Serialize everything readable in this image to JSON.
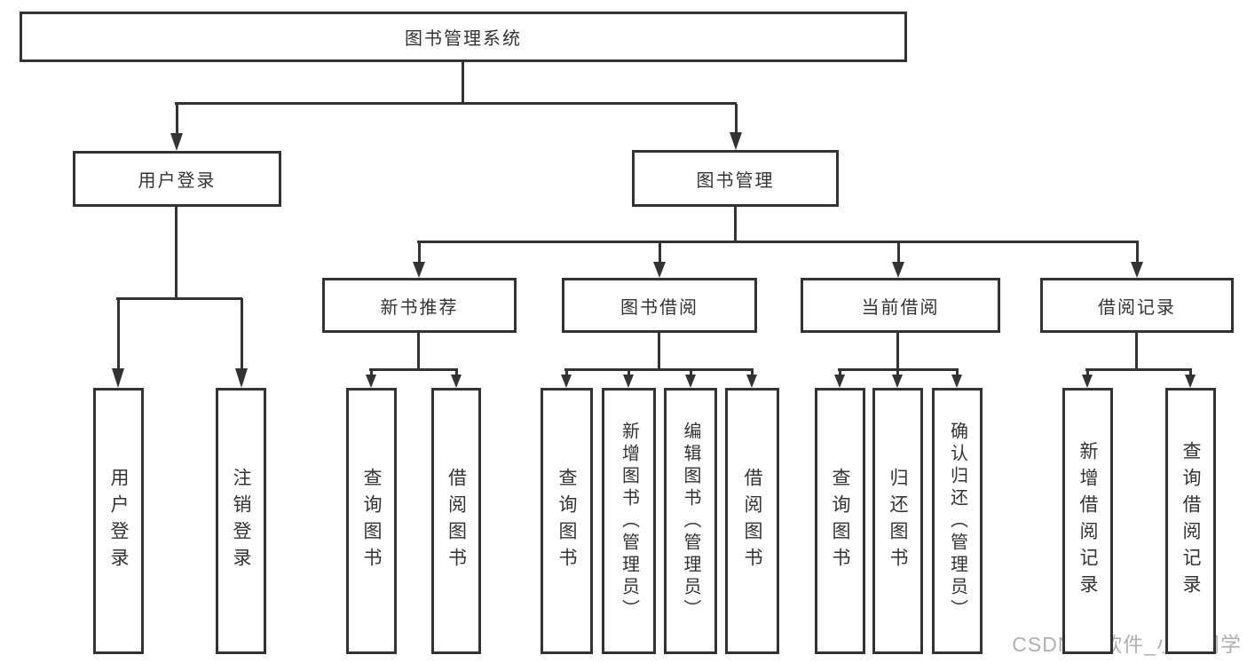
{
  "diagram": {
    "title": "图书管理系统",
    "nodes": [
      {
        "label": "图书管理系统"
      },
      {
        "label": "用户登录"
      },
      {
        "label": "图书管理"
      },
      {
        "label": "新书推荐"
      },
      {
        "label": "图书借阅"
      },
      {
        "label": "当前借阅"
      },
      {
        "label": "借阅记录"
      },
      {
        "label": "用户登录"
      },
      {
        "label": "注销登录"
      },
      {
        "label": "查询图书"
      },
      {
        "label": "借阅图书"
      },
      {
        "label": "查询图书"
      },
      {
        "label": "新增图书（管理员）"
      },
      {
        "label": "编辑图书（管理员）"
      },
      {
        "label": "借阅图书"
      },
      {
        "label": "查询图书"
      },
      {
        "label": "归还图书"
      },
      {
        "label": "确认归还（管理员）"
      },
      {
        "label": "新增借阅记录"
      },
      {
        "label": "查询借阅记录"
      }
    ],
    "edges": [
      {
        "from": 0,
        "to": [
          1,
          2
        ]
      },
      {
        "from": 1,
        "to": [
          7,
          8
        ]
      },
      {
        "from": 2,
        "to": [
          3,
          4,
          5,
          6
        ]
      },
      {
        "from": 3,
        "to": [
          9,
          10
        ]
      },
      {
        "from": 4,
        "to": [
          11,
          12,
          13,
          14
        ]
      },
      {
        "from": 5,
        "to": [
          15,
          16,
          17
        ]
      },
      {
        "from": 6,
        "to": [
          18,
          19
        ]
      }
    ],
    "colors": {
      "line": "#333333",
      "box_border": "#333333",
      "text": "#333333",
      "watermark": "#b0b0b0"
    }
  },
  "watermark": {
    "text": "CSDN @软件_小贺同学"
  }
}
